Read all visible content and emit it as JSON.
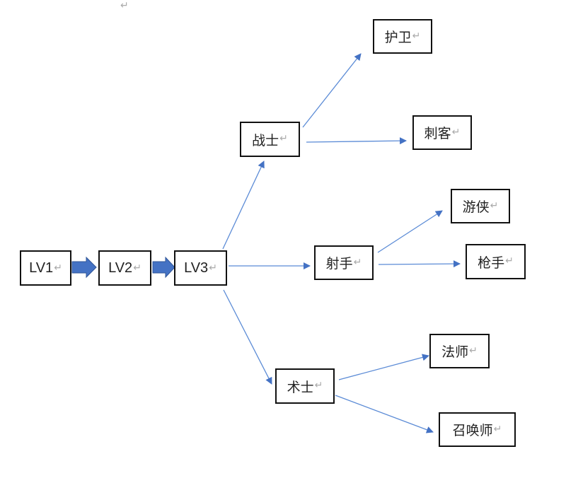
{
  "diagram": {
    "type": "class-progression-tree",
    "colors": {
      "edge": "#5b8bd6",
      "block_arrow": "#4472c4",
      "border": "#111111"
    },
    "paragraph_mark": "↵",
    "nodes": {
      "lv1": "LV1",
      "lv2": "LV2",
      "lv3": "LV3",
      "warrior": "战士",
      "guard": "护卫",
      "assassin": "刺客",
      "archer": "射手",
      "ranger": "游侠",
      "gunner": "枪手",
      "caster": "术士",
      "mage": "法师",
      "summoner": "召唤师"
    },
    "edges": [
      {
        "from": "lv1",
        "to": "lv2",
        "style": "block-arrow"
      },
      {
        "from": "lv2",
        "to": "lv3",
        "style": "block-arrow"
      },
      {
        "from": "lv3",
        "to": "warrior",
        "style": "line-arrow"
      },
      {
        "from": "lv3",
        "to": "archer",
        "style": "line-arrow"
      },
      {
        "from": "lv3",
        "to": "caster",
        "style": "line-arrow"
      },
      {
        "from": "warrior",
        "to": "guard",
        "style": "line-arrow"
      },
      {
        "from": "warrior",
        "to": "assassin",
        "style": "line-arrow"
      },
      {
        "from": "archer",
        "to": "ranger",
        "style": "line-arrow"
      },
      {
        "from": "archer",
        "to": "gunner",
        "style": "line-arrow"
      },
      {
        "from": "caster",
        "to": "mage",
        "style": "line-arrow"
      },
      {
        "from": "caster",
        "to": "summoner",
        "style": "line-arrow"
      }
    ]
  }
}
